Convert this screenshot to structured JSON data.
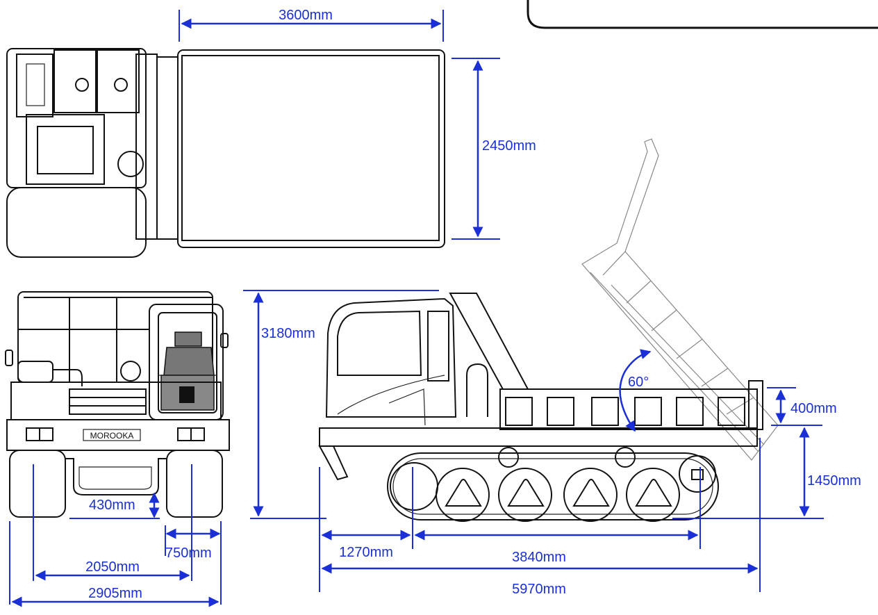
{
  "colors": {
    "dimension": "#1a2fd6",
    "linework": "#111111",
    "ghost": "#888888",
    "seat": "#777777"
  },
  "badge": "MOROOKA",
  "dimensions": {
    "deck_length": "3600mm",
    "deck_width": "2450mm",
    "overall_height": "3180mm",
    "dump_angle": "60°",
    "bed_side_height": "400mm",
    "bed_floor_height": "1450mm",
    "ground_clearance": "430mm",
    "track_width": "750mm",
    "track_gauge": "2050mm",
    "overall_width": "2905mm",
    "front_overhang": "1270mm",
    "track_length": "3840mm",
    "overall_length": "5970mm"
  }
}
